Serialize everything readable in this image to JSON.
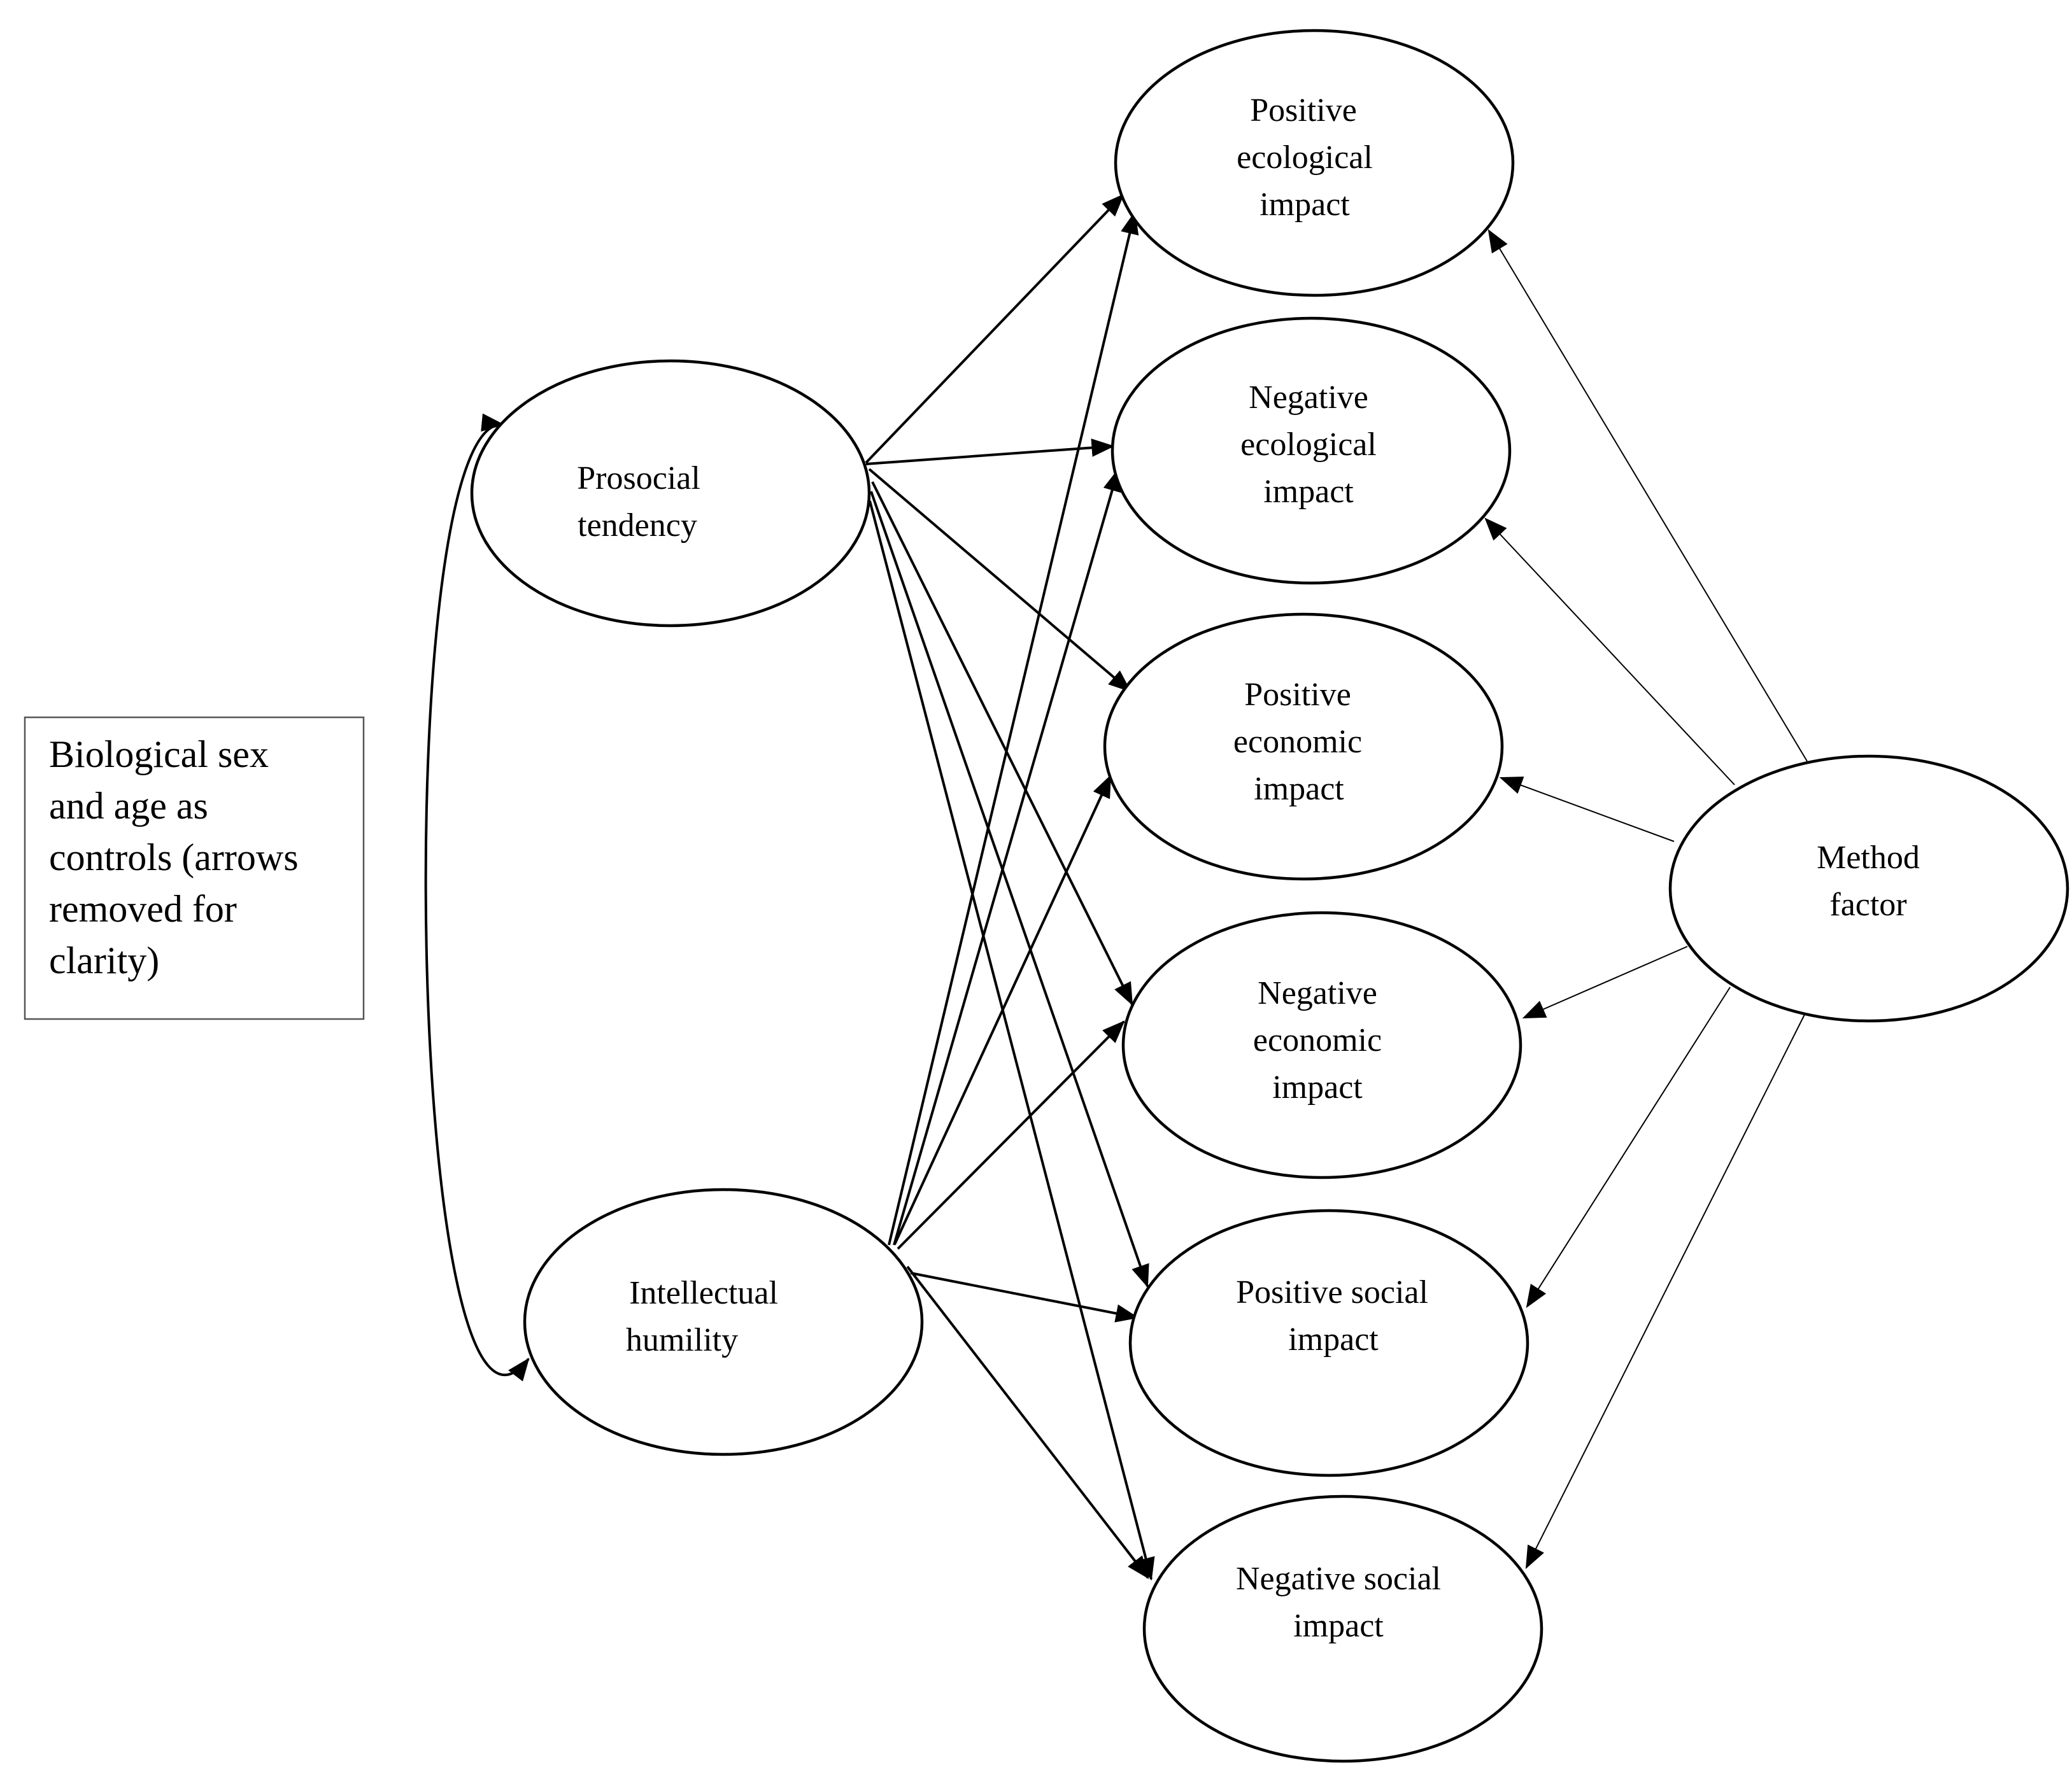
{
  "nodes": {
    "prosocial": {
      "label": [
        "Prosocial",
        "tendency"
      ]
    },
    "humility": {
      "label": [
        "Intellectual",
        "humility"
      ]
    },
    "pos_eco": {
      "label": [
        "Positive",
        "ecological",
        "impact"
      ]
    },
    "neg_eco": {
      "label": [
        "Negative",
        "ecological",
        "impact"
      ]
    },
    "pos_econ": {
      "label": [
        "Positive",
        "economic",
        "impact"
      ]
    },
    "neg_econ": {
      "label": [
        "Negative",
        "economic",
        "impact"
      ]
    },
    "pos_soc": {
      "label": [
        "Positive social",
        "impact"
      ]
    },
    "neg_soc": {
      "label": [
        "Negative social",
        "impact"
      ]
    },
    "method": {
      "label": [
        "Method",
        "factor"
      ]
    }
  },
  "note": {
    "lines": [
      "Biological sex",
      "and age as",
      "controls (arrows",
      "removed for",
      "clarity)"
    ]
  },
  "edges": [
    {
      "from": "prosocial",
      "to": "pos_eco"
    },
    {
      "from": "prosocial",
      "to": "neg_eco"
    },
    {
      "from": "prosocial",
      "to": "pos_econ"
    },
    {
      "from": "prosocial",
      "to": "neg_econ"
    },
    {
      "from": "prosocial",
      "to": "pos_soc"
    },
    {
      "from": "prosocial",
      "to": "neg_soc"
    },
    {
      "from": "humility",
      "to": "pos_eco"
    },
    {
      "from": "humility",
      "to": "neg_eco"
    },
    {
      "from": "humility",
      "to": "pos_econ"
    },
    {
      "from": "humility",
      "to": "neg_econ"
    },
    {
      "from": "humility",
      "to": "pos_soc"
    },
    {
      "from": "humility",
      "to": "neg_soc"
    },
    {
      "from": "method",
      "to": "pos_eco"
    },
    {
      "from": "method",
      "to": "neg_eco"
    },
    {
      "from": "method",
      "to": "pos_econ"
    },
    {
      "from": "method",
      "to": "neg_econ"
    },
    {
      "from": "method",
      "to": "pos_soc"
    },
    {
      "from": "method",
      "to": "neg_soc"
    }
  ],
  "correlations": [
    {
      "from": "prosocial",
      "to": "humility",
      "bidirectional": true
    }
  ]
}
